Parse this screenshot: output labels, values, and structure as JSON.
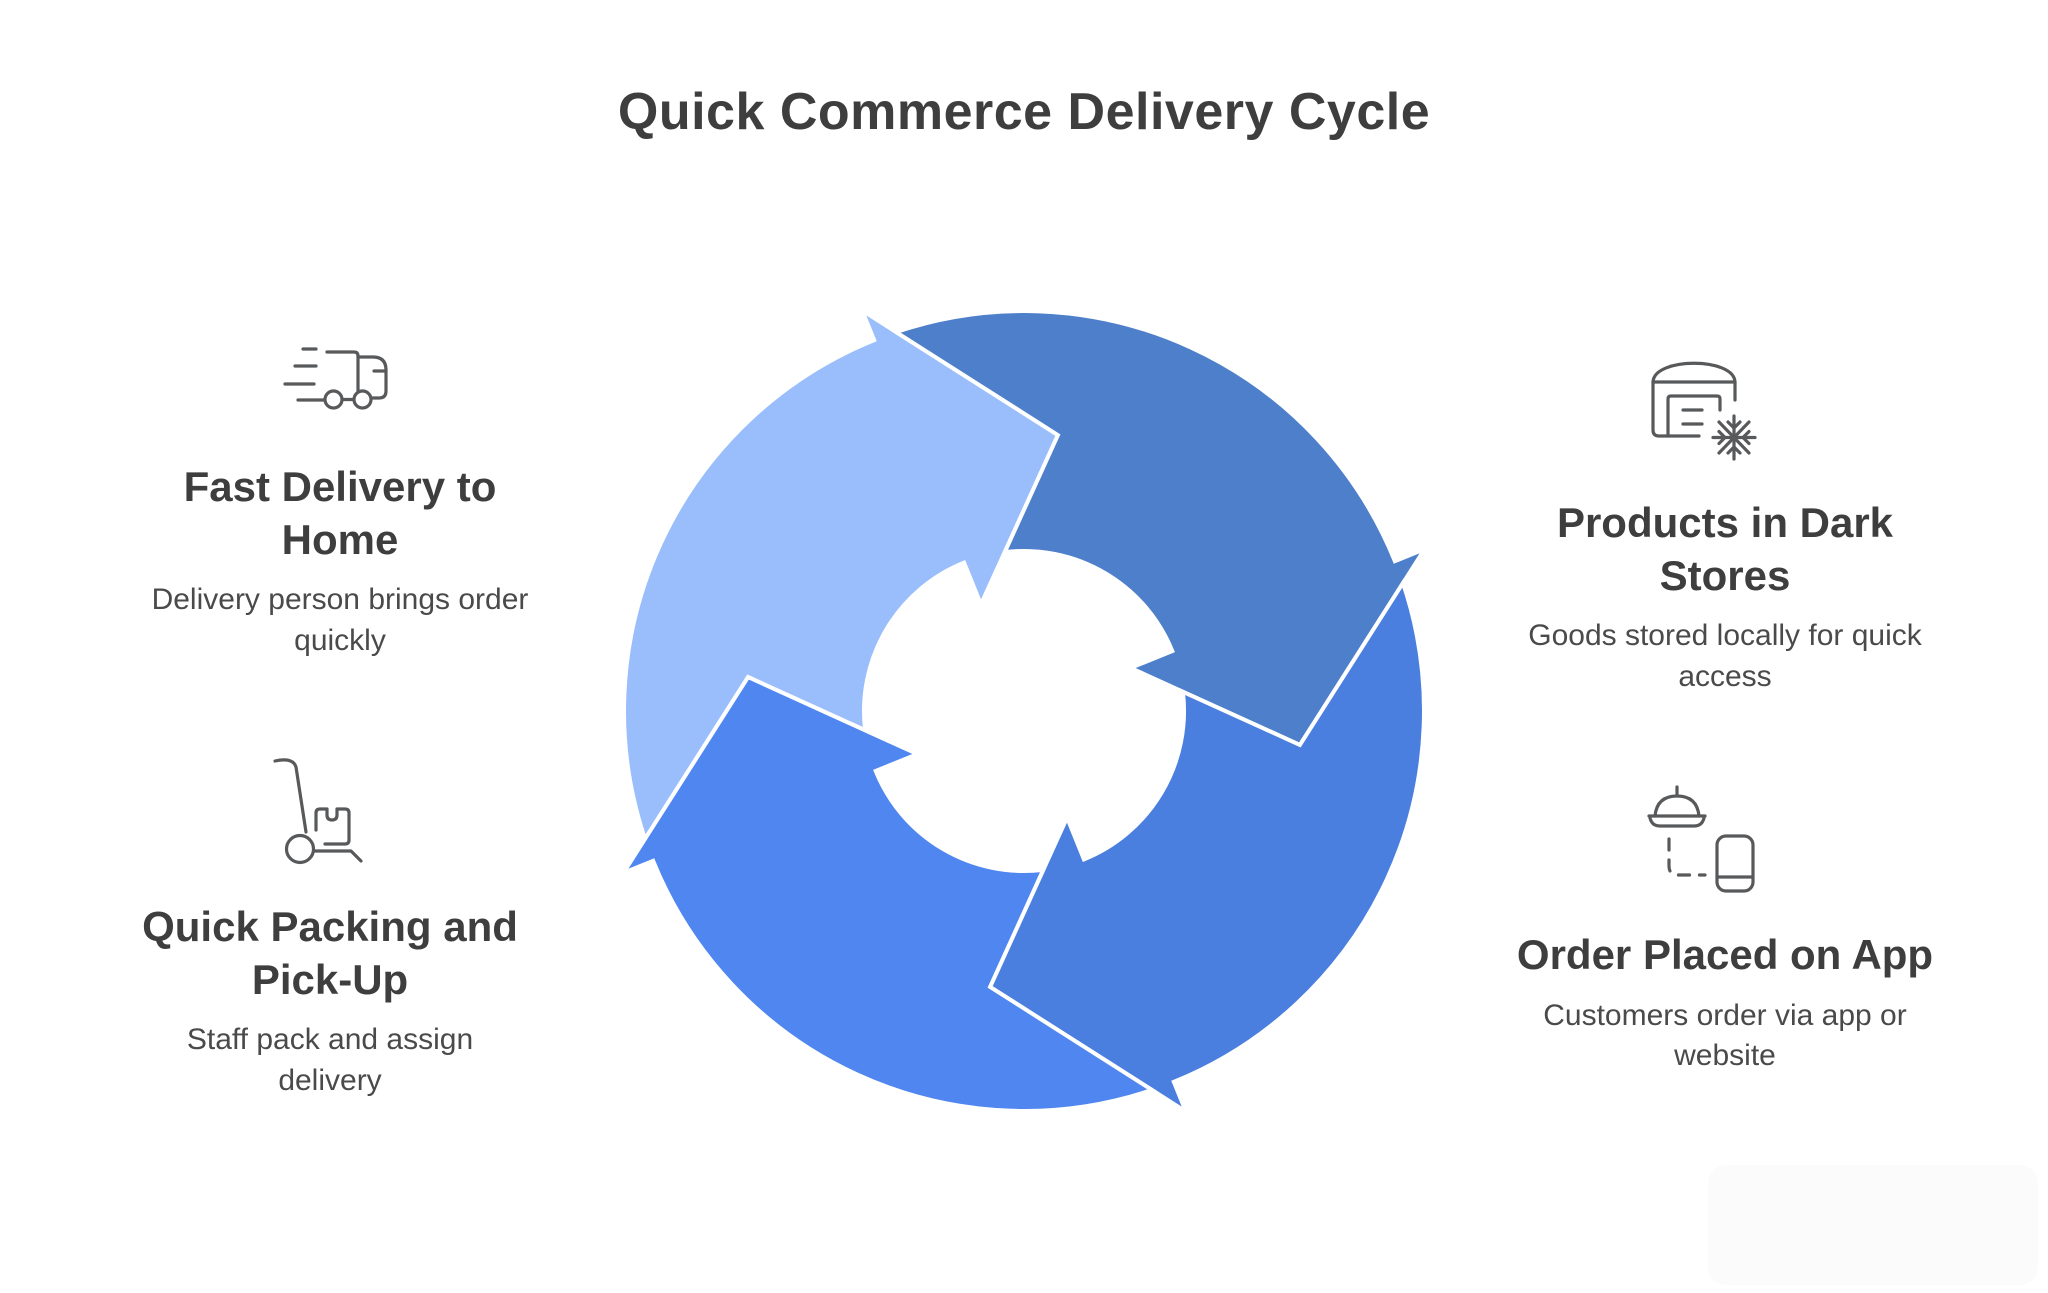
{
  "title": "Quick Commerce Delivery Cycle",
  "colors": {
    "heading_color": "#3E3E3E",
    "body_color": "#4A4A4A",
    "icon_stroke": "#58595B",
    "background": "#FFFFFF"
  },
  "cycle": {
    "flow": "clockwise",
    "segments": [
      {
        "position": "top-left",
        "color": "#9ABEFB"
      },
      {
        "position": "top-right",
        "color": "#4E7FCB"
      },
      {
        "position": "bottom-right",
        "color": "#4A7FDF"
      },
      {
        "position": "bottom-left",
        "color": "#5086F0"
      }
    ]
  },
  "steps": [
    {
      "icon": "delivery-truck-icon",
      "title": "Fast Delivery to Home",
      "description": "Delivery person brings order quickly"
    },
    {
      "icon": "hand-truck-icon",
      "title": "Quick Packing and Pick-Up",
      "description": "Staff pack and assign delivery"
    },
    {
      "icon": "dark-store-icon",
      "title": "Products in Dark Stores",
      "description": "Goods stored locally for quick access"
    },
    {
      "icon": "cloche-phone-icon",
      "title": "Order Placed on App",
      "description": "Customers order via app or website"
    }
  ]
}
